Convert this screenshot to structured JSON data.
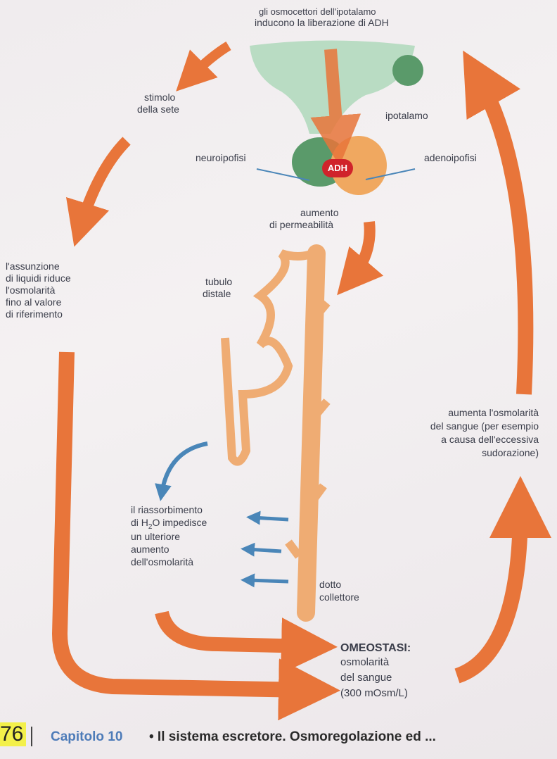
{
  "labels": {
    "top_line1": "gli osmocettori dell'ipotalamo",
    "top_line2": "inducono la liberazione di ADH",
    "thirst1": "stimolo",
    "thirst2": "della sete",
    "hypothalamus": "ipotalamo",
    "neurohypophysis": "neuroipofisi",
    "adenohypophysis": "adenoipofisi",
    "adh": "ADH",
    "perm1": "aumento",
    "perm2": "di permeabilità",
    "intake1": "l'assunzione",
    "intake2": "di liquidi riduce",
    "intake3": "l'osmolarità",
    "intake4": "fino al valore",
    "intake5": "di riferimento",
    "distal1": "tubulo",
    "distal2": "distale",
    "increase1": "aumenta l'osmolarità",
    "increase2": "del sangue (per esempio",
    "increase3": "a causa dell'eccessiva",
    "increase4": "sudorazione)",
    "reabs1": "il riassorbimento",
    "reabs2_pre": "di H",
    "reabs2_sub": "2",
    "reabs2_post": "O impedisce",
    "reabs3": "un ulteriore",
    "reabs4": "aumento",
    "reabs5": "dell'osmolarità",
    "duct1": "dotto",
    "duct2": "collettore",
    "homeo1": "OMEOSTASI:",
    "homeo2": "osmolarità",
    "homeo3": "del sangue",
    "homeo4": "(300 mOsm/L)"
  },
  "footer": {
    "page": "76",
    "chapter": "Capitolo 10",
    "title": "• Il sistema escretore. Osmoregolazione ed ..."
  },
  "colors": {
    "arrow": "#e8753a",
    "tubule": "#efac73",
    "green": "#5a9a6a",
    "adh": "#d0232b",
    "blue": "#4a86b8"
  }
}
